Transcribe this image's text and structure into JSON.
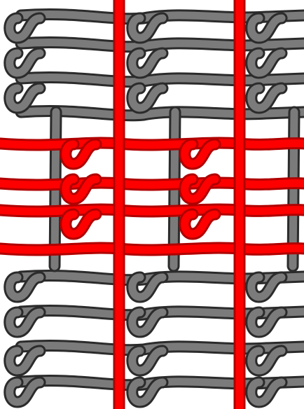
{
  "diagram": {
    "background": "#ffffff",
    "colors": {
      "yarn_gray": "#7b7b7b",
      "yarn_gray_outline": "#2b2b2b",
      "yarn_red": "#ff0000",
      "yarn_red_outline": "#b00000"
    },
    "yarns": [
      {
        "name": "gray-yarn",
        "color_key": "yarn_gray"
      },
      {
        "name": "red-inlay-yarn",
        "color_key": "yarn_red"
      }
    ]
  }
}
